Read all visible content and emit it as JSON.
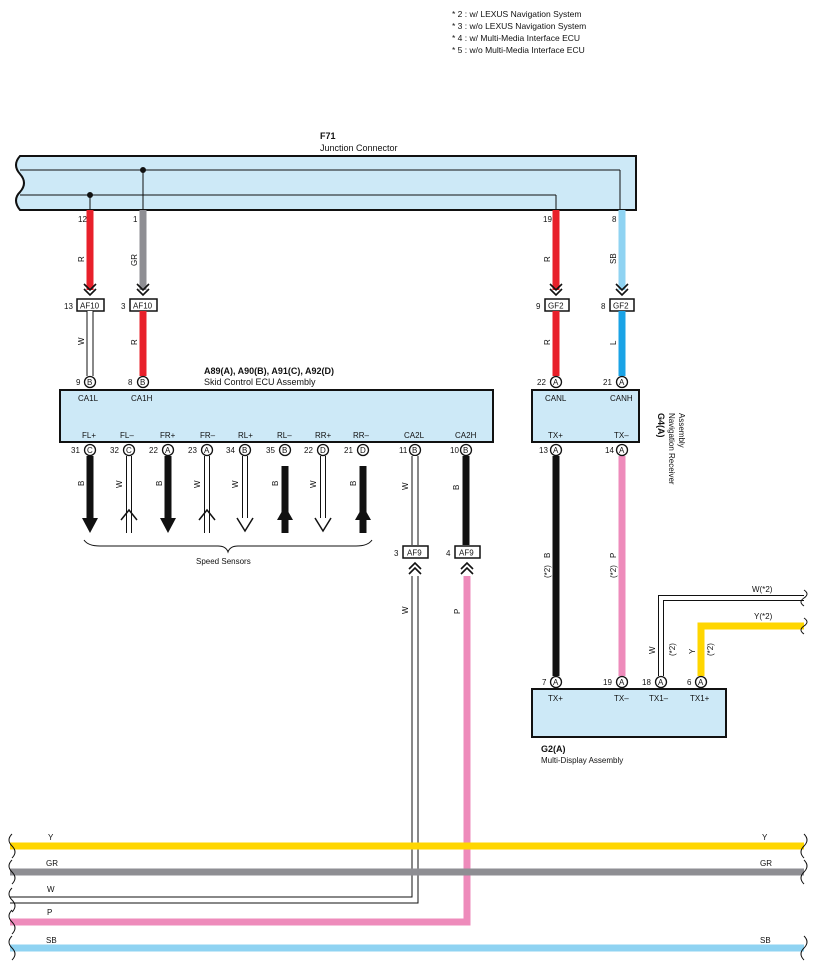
{
  "notes": [
    "* 2 : w/ LEXUS Navigation System",
    "* 3 : w/o LEXUS Navigation System",
    "* 4 : w/ Multi-Media Interface ECU",
    "* 5 : w/o Multi-Media Interface ECU"
  ],
  "colors": {
    "R": "#e8202a",
    "GR": "#8e8e93",
    "SB": "#8fd3f2",
    "L": "#1aa3e6",
    "B": "#111111",
    "W": "#ffffff",
    "P": "#ee8bbb",
    "Y": "#ffd600",
    "component_fill": "#cde9f7"
  },
  "junction": {
    "code": "F71",
    "name": "Junction Connector"
  },
  "skid_ecu": {
    "code": "A89(A), A90(B), A91(C), A92(D)",
    "name": "Skid Control ECU Assembly",
    "top_pins": [
      {
        "num": "9",
        "conn": "B",
        "label": "CA1L"
      },
      {
        "num": "8",
        "conn": "B",
        "label": "CA1H"
      }
    ],
    "bottom_pins": [
      {
        "num": "31",
        "conn": "C",
        "label": "FL+",
        "wire": "B"
      },
      {
        "num": "32",
        "conn": "C",
        "label": "FL–",
        "wire": "W"
      },
      {
        "num": "22",
        "conn": "A",
        "label": "FR+",
        "wire": "B"
      },
      {
        "num": "23",
        "conn": "A",
        "label": "FR–",
        "wire": "W"
      },
      {
        "num": "34",
        "conn": "B",
        "label": "RL+",
        "wire": "W"
      },
      {
        "num": "35",
        "conn": "B",
        "label": "RL–",
        "wire": "B"
      },
      {
        "num": "22",
        "conn": "D",
        "label": "RR+",
        "wire": "W"
      },
      {
        "num": "21",
        "conn": "D",
        "label": "RR–",
        "wire": "B"
      },
      {
        "num": "11",
        "conn": "B",
        "label": "CA2L",
        "wire": "W"
      },
      {
        "num": "10",
        "conn": "B",
        "label": "CA2H",
        "wire": "B"
      }
    ],
    "speed_sensors": "Speed Sensors"
  },
  "nav": {
    "code": "G4(A)",
    "name_line1": "Navigation Receiver",
    "name_line2": "Assembly",
    "top_pins": [
      {
        "num": "22",
        "conn": "A",
        "label": "CANL"
      },
      {
        "num": "21",
        "conn": "A",
        "label": "CANH"
      }
    ],
    "bottom_pins": [
      {
        "num": "13",
        "conn": "A",
        "label": "TX+"
      },
      {
        "num": "14",
        "conn": "A",
        "label": "TX–"
      }
    ]
  },
  "display": {
    "code": "G2(A)",
    "name": "Multi-Display Assembly",
    "pins": [
      {
        "num": "7",
        "conn": "A",
        "label": "TX+"
      },
      {
        "num": "19",
        "conn": "A",
        "label": "TX–"
      },
      {
        "num": "18",
        "conn": "A",
        "label": "TX1–"
      },
      {
        "num": "6",
        "conn": "A",
        "label": "TX1+"
      }
    ]
  },
  "junction_pins": [
    "12",
    "1",
    "19",
    "8"
  ],
  "connectors": [
    {
      "num": "13",
      "id": "AF10"
    },
    {
      "num": "3",
      "id": "AF10"
    },
    {
      "num": "9",
      "id": "GF2"
    },
    {
      "num": "8",
      "id": "GF2"
    },
    {
      "num": "3",
      "id": "AF9"
    },
    {
      "num": "4",
      "id": "AF9"
    }
  ],
  "wire_labels": {
    "w12a": "R",
    "w1a": "GR",
    "w19a": "R",
    "w8a": "SB",
    "w12b": "W",
    "w1b": "R",
    "w19b": "R",
    "w8b": "L",
    "ca2l": "W",
    "ca2h": "B",
    "ca2l_b": "W",
    "ca2h_b": "P",
    "txp": "B",
    "txm": "P",
    "tx1m": "W",
    "tx1p": "Y",
    "note2": "(*2)"
  },
  "right_labels": {
    "w": "W(*2)",
    "y": "Y(*2)"
  },
  "bus": [
    {
      "left": "Y",
      "right": "Y"
    },
    {
      "left": "GR",
      "right": "GR"
    },
    {
      "left": "W",
      "right": ""
    },
    {
      "left": "P",
      "right": ""
    },
    {
      "left": "SB",
      "right": "SB"
    }
  ]
}
